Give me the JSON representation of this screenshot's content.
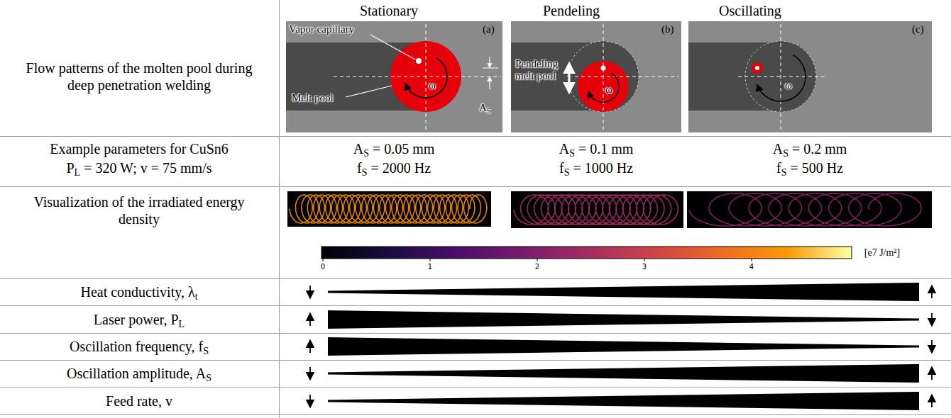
{
  "diagram": {
    "nodes": [
      {
        "text": [
          "(a)",
          "Vapor capillary",
          "Melt pool",
          "ω",
          "AS"
        ]
      },
      {
        "text": [
          "(b)",
          "Pendeling melt pool",
          "ω"
        ]
      },
      {
        "text": [
          "(c)",
          "ω"
        ]
      }
    ],
    "labels": [
      "Stationary",
      "Pendeling",
      "Oscillating",
      "Flow patterns of the molten pool during deep penetration welding",
      "Example parameters for CuSn6",
      "PL = 320 W; v = 75 mm/s",
      "AS = 0.05 mm",
      "fS = 2000 Hz",
      "AS = 0.1 mm",
      "fS = 1000 Hz",
      "AS = 0.2 mm",
      "fS = 500 Hz",
      "Visualization of the irradiated energy density",
      "0",
      "1",
      "2",
      "3",
      "4",
      "[e7 J/m²]",
      "Heat conductivity, λt",
      "Laser power, PL",
      "Oscillation frequency, fS",
      "Oscillation amplitude, AS",
      "Feed rate, v"
    ]
  }
}
